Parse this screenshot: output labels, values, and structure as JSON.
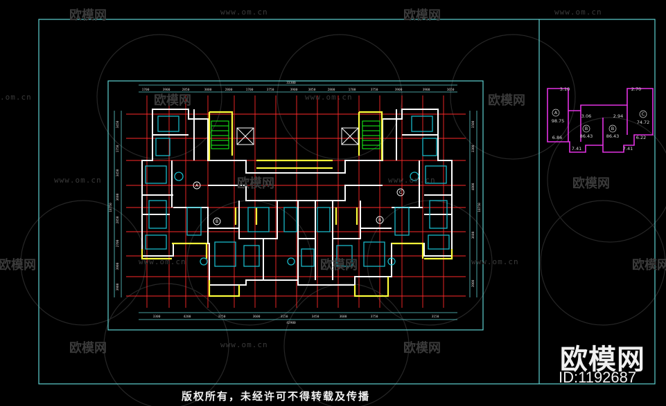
{
  "watermark": {
    "text": "欧模网",
    "url": "www.om.cn",
    "url_short": ".om.cn"
  },
  "brand": {
    "logo_text": "欧模网",
    "id_label": "ID:1192687"
  },
  "footer_notice": "版权所有，未经许可不得转载及传播",
  "plan": {
    "top_total": "33300",
    "bottom_total": "42900",
    "top_dims": [
      "1700",
      "3900",
      "2850",
      "3000",
      "2800",
      "1700",
      "3750",
      "3900",
      "3850",
      "2800",
      "1700",
      "3750",
      "3900",
      "3900",
      "1650"
    ],
    "bottom_dims": [
      "3300",
      "4200",
      "3750",
      "3600",
      "3150",
      "3450",
      "3600",
      "3750",
      "3150"
    ],
    "left_dims": [
      "3450",
      "1750",
      "3450",
      "3600",
      "2850",
      "2700",
      "3900",
      "3900"
    ],
    "right_dims": [
      "1500",
      "3300",
      "4800",
      "3600",
      "3900"
    ],
    "left_total": "18750",
    "right_total": "18750",
    "unit_labels": [
      "A",
      "B",
      "B",
      "C"
    ]
  },
  "key_plan": {
    "labels": {
      "A": "A",
      "B1": "B",
      "B2": "B",
      "C": "C",
      "area_A": "98.75",
      "area_B1": "86.43",
      "area_B2": "86.43",
      "area_C": "74.72",
      "d1": "3.10",
      "d2": "3.06",
      "d3": "2.94",
      "d4": "2.70",
      "d5": "6.86",
      "d6": "6.22",
      "d7": "7.41",
      "d8": "7.41"
    }
  },
  "colors": {
    "frame": "#5fd3d3",
    "grid_red": "#ff2a2a",
    "wall_white": "#ffffff",
    "wall_yellow": "#ffff3a",
    "furniture_cyan": "#19b9c9",
    "green": "#19ff19",
    "magenta": "#e433e4",
    "dim_text": "#d8d8d8",
    "watermark": "#3a3a3a"
  }
}
